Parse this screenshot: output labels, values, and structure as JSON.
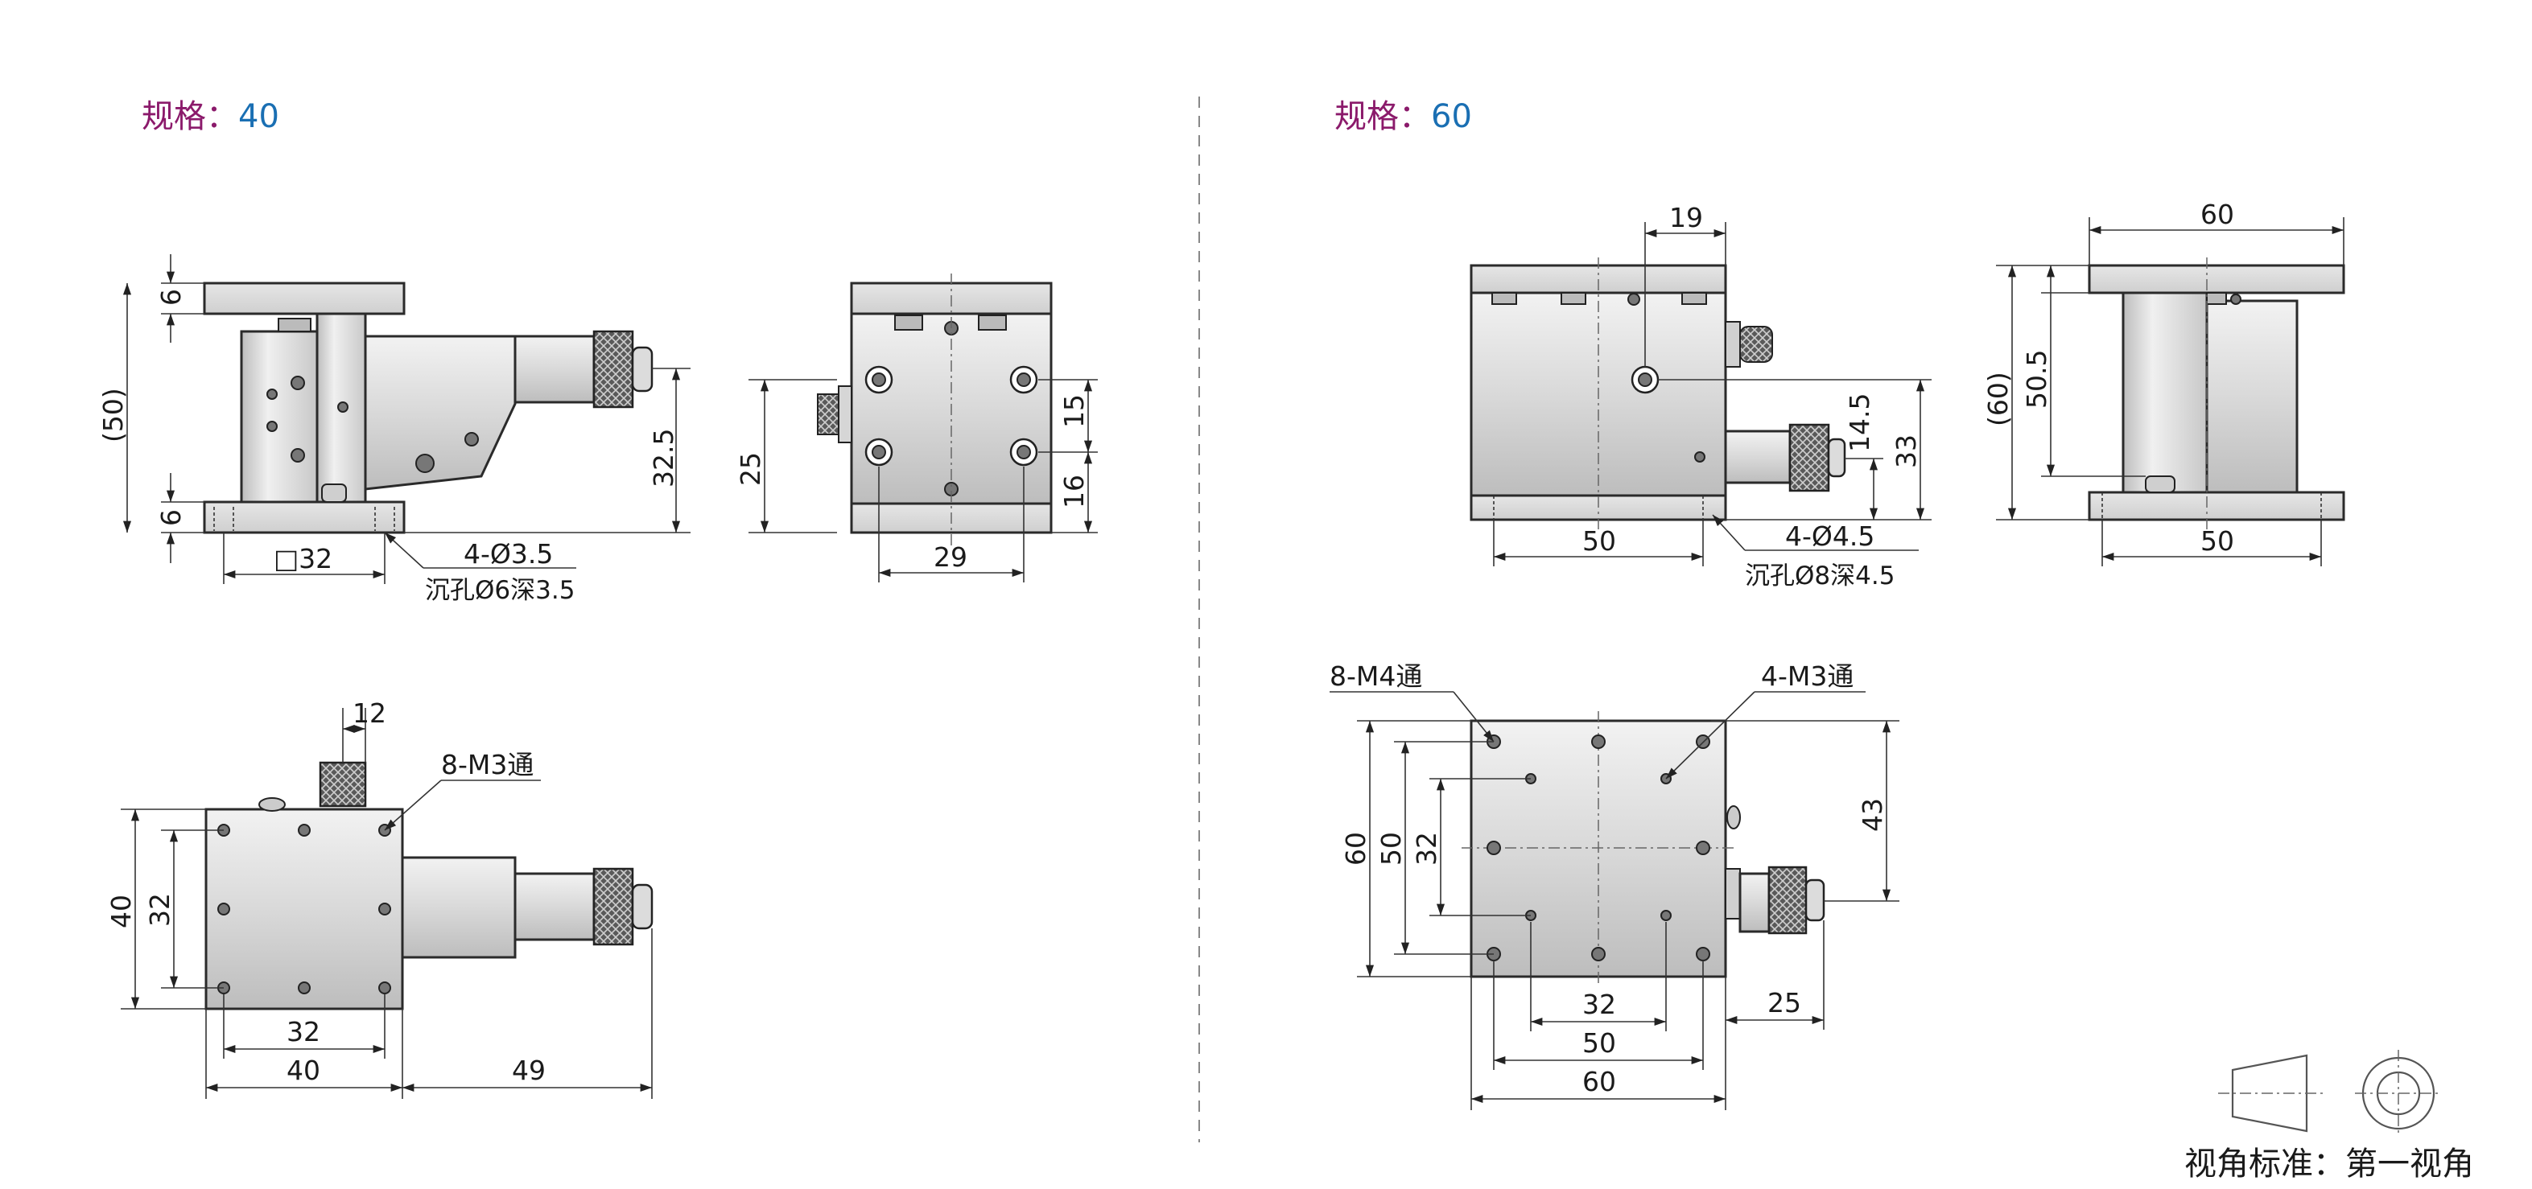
{
  "headers": {
    "left": {
      "prefix": "规格：",
      "value": "40"
    },
    "right": {
      "prefix": "规格：",
      "value": "60"
    }
  },
  "colors": {
    "prefix": "#8b1a6b",
    "value": "#1a6fb3",
    "metal_light": "#eaeaea",
    "metal_mid": "#cfcfcf",
    "metal_dark": "#9a9a9a"
  },
  "spec40": {
    "side": {
      "h6_top": "6",
      "h50": "(50)",
      "h6_bot": "6",
      "h32_5": "32.5",
      "sq32": "□32",
      "holes": "4-Ø3.5",
      "cbore": "沉孔Ø6深3.5"
    },
    "end": {
      "h25": "25",
      "h15": "15",
      "h16": "16",
      "w29": "29"
    },
    "top": {
      "w12": "12",
      "tap": "8-M3通",
      "h40": "40",
      "h32": "32",
      "w32": "32",
      "w40": "40",
      "w49": "49"
    }
  },
  "spec60": {
    "front": {
      "w19": "19",
      "h14_5": "14.5",
      "h33": "33",
      "w50": "50",
      "holes": "4-Ø4.5",
      "cbore": "沉孔Ø8深4.5"
    },
    "side": {
      "w60": "60",
      "h60": "(60)",
      "h50_5": "50.5",
      "w50": "50"
    },
    "top": {
      "tap8": "8-M4通",
      "tap4": "4-M3通",
      "h60": "60",
      "h50": "50",
      "h32": "32",
      "h43": "43",
      "w32": "32",
      "w50": "50",
      "w60": "60",
      "w25": "25"
    }
  },
  "legend": {
    "label": "视角标准：第一视角"
  }
}
